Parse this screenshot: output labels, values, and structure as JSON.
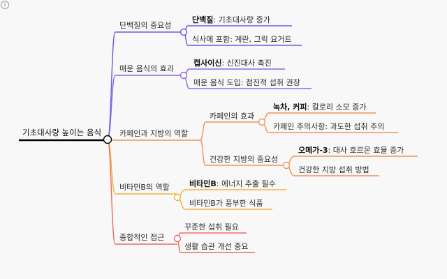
{
  "root": {
    "label": "기초대사량 높이는 음식"
  },
  "branches": [
    {
      "id": "protein",
      "label": "단백질의 중요성",
      "color": "#6a5ae0",
      "children": [
        {
          "bold": "단백질",
          "rest": ": 기초대사량 증가"
        },
        {
          "bold": "",
          "rest": "식사에 포함: 계란, 그릭 요거트"
        }
      ]
    },
    {
      "id": "spicy",
      "label": "매운 음식의 효과",
      "color": "#8f66e6",
      "children": [
        {
          "bold": "캡사이신",
          "rest": ": 신진대사 촉진"
        },
        {
          "bold": "",
          "rest": "매운 음식 도입: 점진적 섭취 권장"
        }
      ]
    },
    {
      "id": "caffeine-fat",
      "label": "카페인과 지방의 역할",
      "color": "#f0925c",
      "children": [
        {
          "label": "카페인의 효과",
          "children": [
            {
              "bold": "녹차, 커피",
              "rest": ": 칼로리 소모 증가"
            },
            {
              "bold": "",
              "rest": "카페인 주의사항: 과도한 섭취 주의"
            }
          ]
        },
        {
          "label": "건강한 지방의 중요성",
          "children": [
            {
              "bold": "오메가-3",
              "rest": ": 대사 호르몬 효율 증가"
            },
            {
              "bold": "",
              "rest": "건강한 지방 섭취 방법"
            }
          ]
        }
      ]
    },
    {
      "id": "vitamin-b",
      "label": "비타민B의 역할",
      "color": "#f2b23a",
      "children": [
        {
          "bold": "비타민B",
          "rest": ": 에너지 추출 필수"
        },
        {
          "bold": "",
          "rest": "비타민B가 풍부한 식품"
        }
      ]
    },
    {
      "id": "holistic",
      "label": "종합적인 접근",
      "color": "#ef6b62",
      "children": [
        {
          "bold": "",
          "rest": "꾸준한 섭취 필요"
        },
        {
          "bold": "",
          "rest": "생활 습관 개선 중요"
        }
      ]
    }
  ]
}
